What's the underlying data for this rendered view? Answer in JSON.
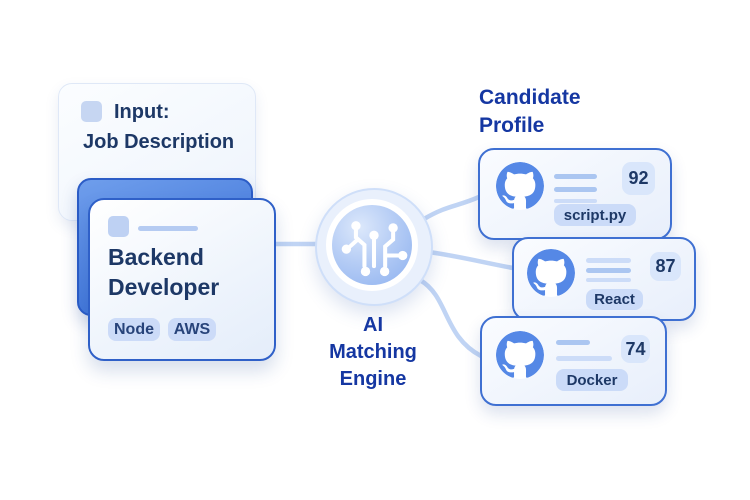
{
  "diagram_title": "AI candidate matching diagram",
  "colors": {
    "background": "#ffffff",
    "heading_blue": "#1537a2",
    "navy_text": "#1d3866",
    "card_border_blue": "#2f60c8",
    "right_card_border": "#3f70d2",
    "connector": "#c0d4f4",
    "mid_card_blue": "#3f74d8",
    "avatar_blue": "#5588e6",
    "pill_bg": "#ccdbf8",
    "chip_bg": "#d9e6fb"
  },
  "input_stack": {
    "back_card": {
      "icon": "placeholder-square-icon",
      "title_line1": "Input:",
      "title_line2": "Job Description"
    },
    "front_card": {
      "icon": "placeholder-square-icon",
      "title_line1": "Backend",
      "title_line2": "Developer",
      "tags": [
        "Node",
        "AWS"
      ]
    }
  },
  "engine": {
    "icon": "circuit-tree-icon",
    "label_lines": [
      "AI",
      "Matching",
      "Engine"
    ]
  },
  "candidates": {
    "heading_line1": "Candidate",
    "heading_line2": "Profile",
    "cards": [
      {
        "icon": "github-octocat-icon",
        "score": "92",
        "tag": "script.py"
      },
      {
        "icon": "github-octocat-icon",
        "score": "87",
        "tag": "React"
      },
      {
        "icon": "github-octocat-icon",
        "score": "74",
        "tag": "Docker"
      }
    ]
  }
}
